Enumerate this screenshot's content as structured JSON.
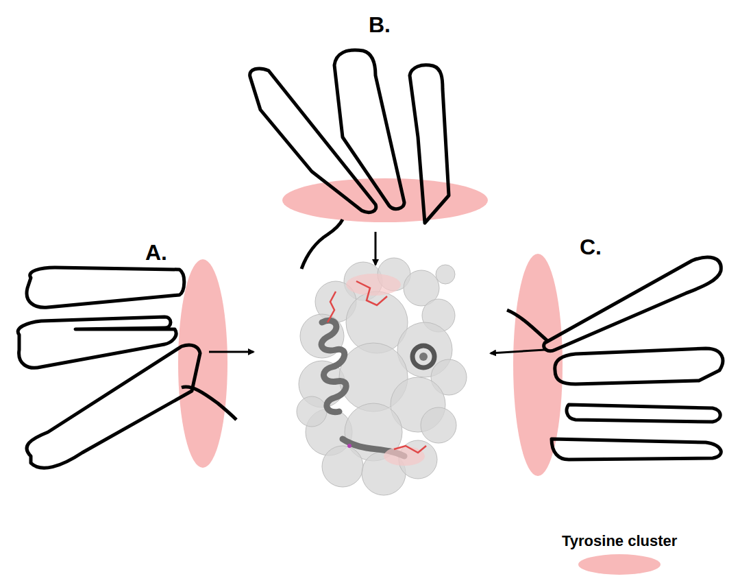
{
  "diagram": {
    "labels": [
      "B.",
      "A.",
      "C."
    ],
    "legend": [
      {
        "text": "Tyrosine cluster",
        "color": "#f8b9b9"
      }
    ]
  }
}
